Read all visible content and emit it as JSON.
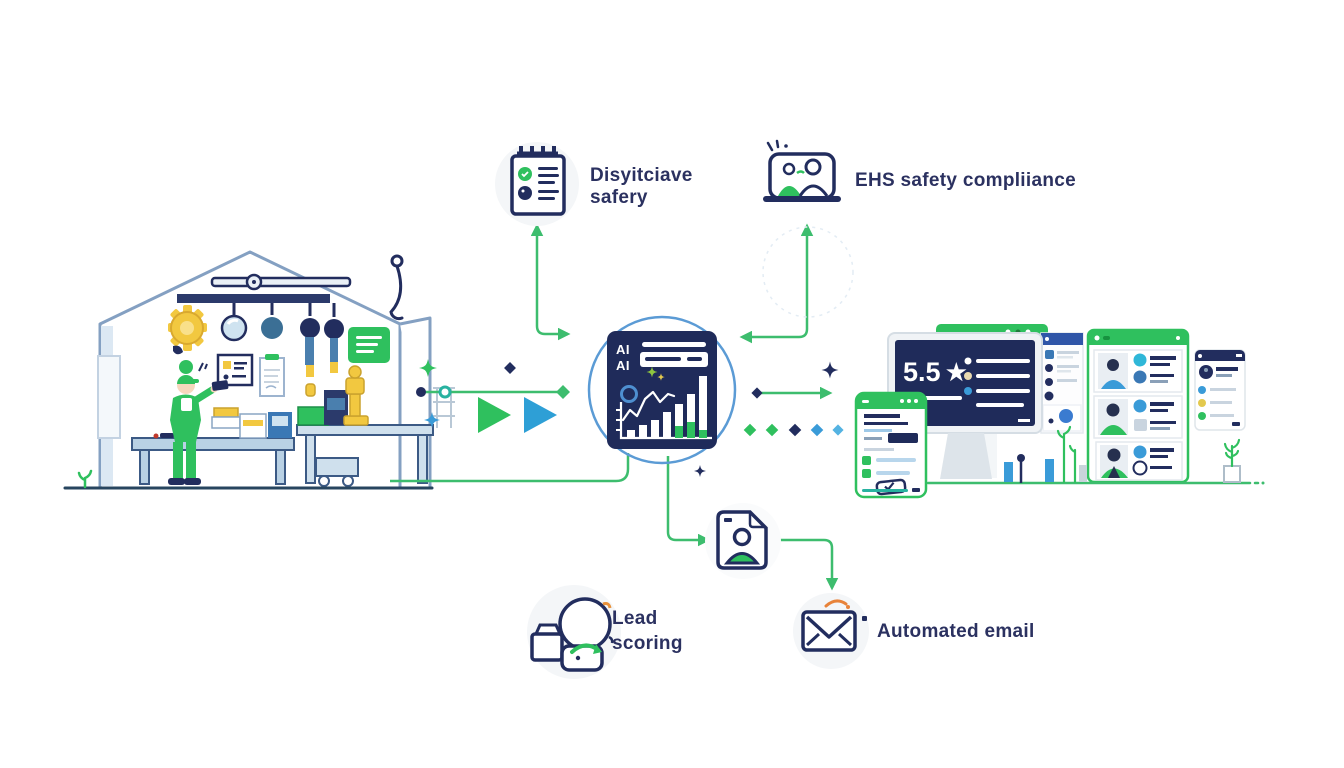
{
  "labels": {
    "digital_safety": {
      "line1": "Disyitciave",
      "line2": "safery"
    },
    "ehs": "EHS safety compliiance",
    "lead": {
      "line1": "Lead",
      "line2": "scoring"
    },
    "email": "Automated email"
  },
  "dashboard": {
    "ai_line1": "AI",
    "ai_line2": "AI"
  },
  "monitor": {
    "rating": "5.5",
    "star": "★"
  },
  "colors": {
    "green": "#2fc05e",
    "arrow_green": "#3dbd6e",
    "navy": "#222d5e",
    "panel_navy": "#1f2b5a",
    "blue": "#3a9bd8",
    "ring_blue": "#5b9bd5",
    "yellow": "#f2c840",
    "orange": "#e8833a",
    "house_stroke": "#84a0c2"
  }
}
